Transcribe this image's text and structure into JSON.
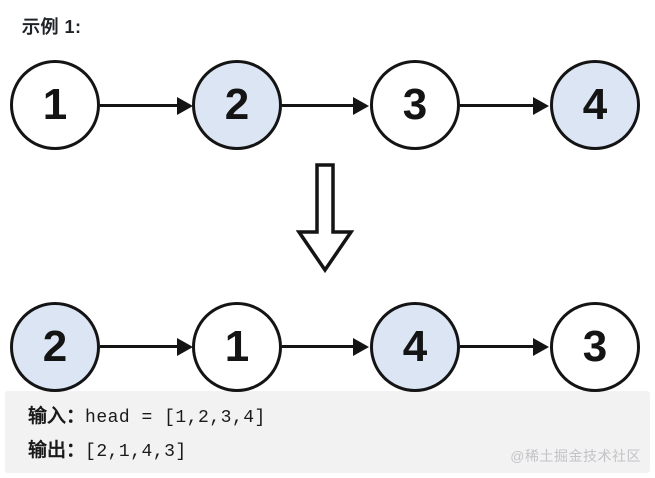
{
  "title": "示例 1:",
  "colors": {
    "node-highlight": "#dbe5f4",
    "node-default": "#ffffff",
    "stroke": "#141414",
    "panel-bg": "#f2f2f2",
    "watermark": "#c3c3c7",
    "text": "#1f2328"
  },
  "icons": {
    "next-arrow": "→ solid black line with filled triangular head",
    "transform-arrow": "⇓ hollow outlined arrow pointing down"
  },
  "lists": {
    "before": {
      "nodes": [
        {
          "value": "1",
          "fill": "default"
        },
        {
          "value": "2",
          "fill": "highlight"
        },
        {
          "value": "3",
          "fill": "default"
        },
        {
          "value": "4",
          "fill": "highlight"
        }
      ]
    },
    "after": {
      "nodes": [
        {
          "value": "2",
          "fill": "highlight"
        },
        {
          "value": "1",
          "fill": "default"
        },
        {
          "value": "4",
          "fill": "highlight"
        },
        {
          "value": "3",
          "fill": "default"
        }
      ]
    }
  },
  "io_panel": {
    "input_label": "输入：",
    "input_value": "head = [1,2,3,4]",
    "output_label": "输出：",
    "output_value": "[2,1,4,3]",
    "watermark": "@稀土掘金技术社区"
  }
}
